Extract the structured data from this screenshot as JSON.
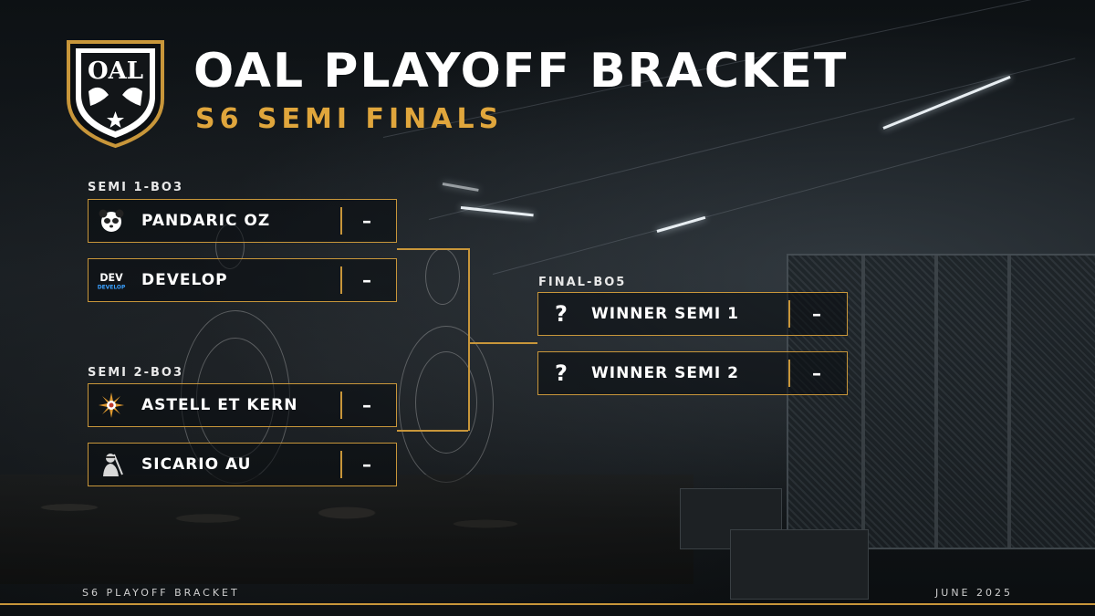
{
  "header": {
    "logo_text": "OAL",
    "title": "OAL PLAYOFF BRACKET",
    "subtitle": "S6 SEMI FINALS"
  },
  "colors": {
    "accent": "#c8963a",
    "subtitle": "#e0a63c",
    "text": "#ffffff",
    "background": "#12171b"
  },
  "semi1": {
    "label": "SEMI 1-BO3",
    "teams": [
      {
        "name": "PANDARIC OZ",
        "score": "–",
        "icon": "panda-icon"
      },
      {
        "name": "DEVELOP",
        "score": "–",
        "icon": "develop-logo-icon",
        "logo_text": "DEV",
        "logo_subtext": "DEVELOP"
      }
    ]
  },
  "semi2": {
    "label": "SEMI 2-BO3",
    "teams": [
      {
        "name": "ASTELL ET KERN",
        "score": "–",
        "icon": "sunburst-icon"
      },
      {
        "name": "SICARIO AU",
        "score": "–",
        "icon": "soldier-icon"
      }
    ]
  },
  "final": {
    "label": "FINAL-BO5",
    "teams": [
      {
        "name": "WINNER SEMI 1",
        "score": "–",
        "icon": "question-mark",
        "placeholder": "?"
      },
      {
        "name": "WINNER SEMI 2",
        "score": "–",
        "icon": "question-mark",
        "placeholder": "?"
      }
    ]
  },
  "footer": {
    "left": "S6 PLAYOFF BRACKET",
    "right": "JUNE 2025"
  }
}
